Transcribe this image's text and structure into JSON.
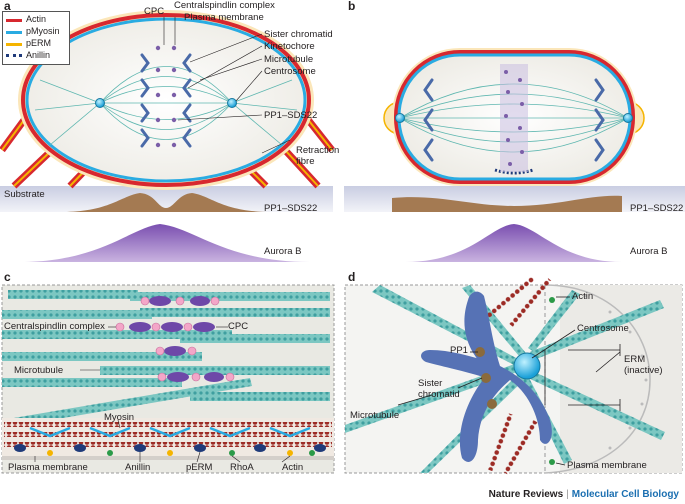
{
  "panels": {
    "a": "a",
    "b": "b",
    "c": "c",
    "d": "d"
  },
  "legend": {
    "items": [
      {
        "label": "Actin",
        "color": "#d7282f"
      },
      {
        "label": "pMyosin",
        "color": "#29abe2"
      },
      {
        "label": "pERM",
        "color": "#f5b400"
      },
      {
        "label": "Anillin",
        "color": "#1f3a7a"
      }
    ]
  },
  "panel_a": {
    "cpc": "CPC",
    "centralspindlin": "Centralspindlin complex",
    "plasma_membrane": "Plasma membrane",
    "sister_chromatid": "Sister chromatid",
    "kinetochore": "Kinetochore",
    "microtubule": "Microtubule",
    "centrosome": "Centrosome",
    "pp1_sds22": "PP1–SDS22",
    "retraction_fibre_1": "Retraction",
    "retraction_fibre_2": "fibre",
    "substrate": "Substrate",
    "pp1_sds22_curve": "PP1–SDS22",
    "aurora_b": "Aurora B"
  },
  "panel_b": {
    "pp1_sds22_curve": "PP1–SDS22",
    "aurora_b": "Aurora B"
  },
  "panel_c": {
    "centralspindlin": "Centralspindlin complex",
    "cpc": "CPC",
    "microtubule": "Microtubule",
    "myosin": "Myosin",
    "plasma_membrane": "Plasma membrane",
    "anillin": "Anillin",
    "perm": "pERM",
    "rhoa": "RhoA",
    "actin": "Actin"
  },
  "panel_d": {
    "actin": "Actin",
    "centrosome": "Centrosome",
    "pp1": "PP1",
    "erm_1": "ERM",
    "erm_2": "(inactive)",
    "sister_1": "Sister",
    "sister_2": "chromatid",
    "microtubule": "Microtubule",
    "plasma_membrane": "Plasma membrane"
  },
  "footer": {
    "journal": "Nature Reviews",
    "separator": "|",
    "section": "Molecular Cell Biology"
  },
  "colors": {
    "actin": "#d7282f",
    "myosin": "#29abe2",
    "perm": "#f5b400",
    "anillin": "#1f3a7a",
    "microtubule": "#5fb7b0",
    "chromatid": "#4a6aa8",
    "cpc": "#7b5ea8",
    "pp1": "#8a6a3c",
    "aurora": "#8b60b8",
    "substrate": "#dfe2ef"
  }
}
